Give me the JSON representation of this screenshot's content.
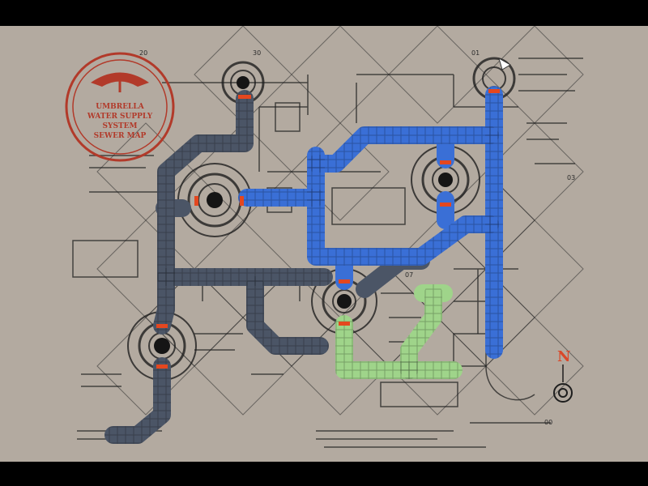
{
  "map": {
    "stamp_lines": [
      "UMBRELLA",
      "WATER SUPPLY",
      "SYSTEM",
      "SEWER MAP"
    ],
    "compass_label": "N",
    "room_numbers": [
      "20",
      "30",
      "01",
      "03",
      "07",
      "00"
    ],
    "pipe_colors": {
      "unvisited": "#4b5566",
      "visited": "#3a6fd6",
      "current": "#9fd48a",
      "joint": "#e4471f"
    },
    "player_marker": "player-arrow-icon"
  }
}
